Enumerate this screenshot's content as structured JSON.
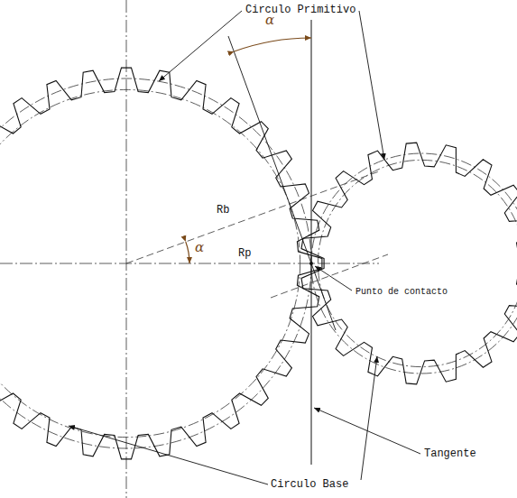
{
  "diagram": {
    "labels": [
      "Circulo Primitivo",
      "α",
      "Rb",
      "α",
      "Rp",
      "Punto de contacto",
      "Tangente",
      "Circulo Base"
    ]
  }
}
